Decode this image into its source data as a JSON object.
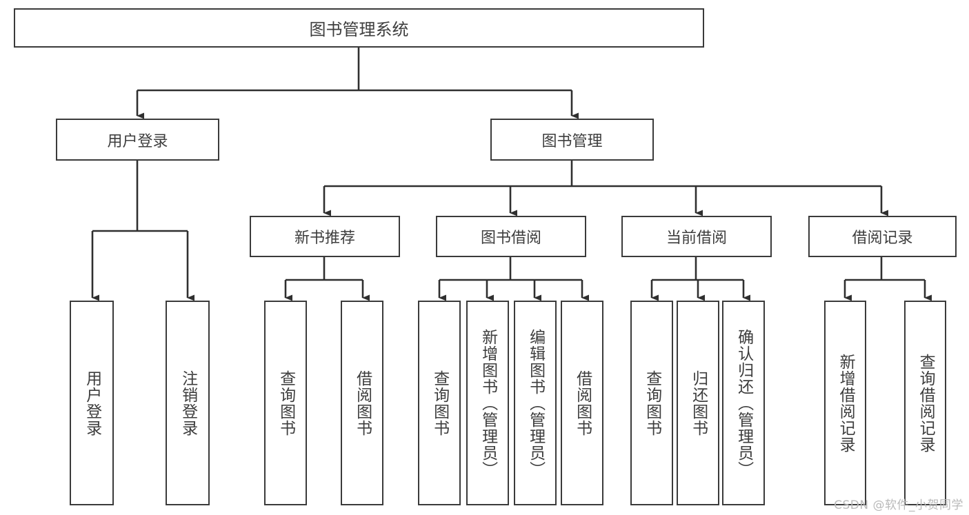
{
  "diagram": {
    "title": "图书管理系统",
    "type": "tree-functional-structure",
    "watermark": "CSDN @软件_小贺同学",
    "colors": {
      "box_border": "#3a3a3a",
      "box_fill": "#ffffff",
      "text": "#3d3d3d",
      "edge": "#2f2f2f",
      "watermark": "#b9b9b9",
      "background": "#ffffff"
    },
    "nodes": {
      "root": {
        "label": "图书管理系统"
      },
      "level1": [
        {
          "id": "user-login",
          "label": "用户登录"
        },
        {
          "id": "book-management",
          "label": "图书管理"
        }
      ],
      "level2": [
        {
          "id": "new-book-recommend",
          "label": "新书推荐",
          "parent": "book-management"
        },
        {
          "id": "book-borrow",
          "label": "图书借阅",
          "parent": "book-management"
        },
        {
          "id": "current-borrow",
          "label": "当前借阅",
          "parent": "book-management"
        },
        {
          "id": "borrow-record",
          "label": "借阅记录",
          "parent": "book-management"
        }
      ],
      "leaves": [
        {
          "id": "leaf-user-login",
          "label": "用户登录",
          "parent": "user-login"
        },
        {
          "id": "leaf-logout-login",
          "label": "注销登录",
          "parent": "user-login"
        },
        {
          "id": "leaf-query-book-1",
          "label": "查询图书",
          "parent": "new-book-recommend"
        },
        {
          "id": "leaf-borrow-book-1",
          "label": "借阅图书",
          "parent": "new-book-recommend"
        },
        {
          "id": "leaf-query-book-2",
          "label": "查询图书",
          "parent": "book-borrow"
        },
        {
          "id": "leaf-add-book",
          "label": "新增图书（管理员）",
          "parent": "book-borrow"
        },
        {
          "id": "leaf-edit-book",
          "label": "编辑图书（管理员）",
          "parent": "book-borrow"
        },
        {
          "id": "leaf-borrow-book-2",
          "label": "借阅图书",
          "parent": "book-borrow"
        },
        {
          "id": "leaf-query-book-3",
          "label": "查询图书",
          "parent": "current-borrow"
        },
        {
          "id": "leaf-return-book",
          "label": "归还图书",
          "parent": "current-borrow"
        },
        {
          "id": "leaf-confirm-return",
          "label": "确认归还（管理员）",
          "parent": "current-borrow"
        },
        {
          "id": "leaf-add-record",
          "label": "新增借阅记录",
          "parent": "borrow-record"
        },
        {
          "id": "leaf-query-record",
          "label": "查询借阅记录",
          "parent": "borrow-record"
        }
      ]
    }
  }
}
